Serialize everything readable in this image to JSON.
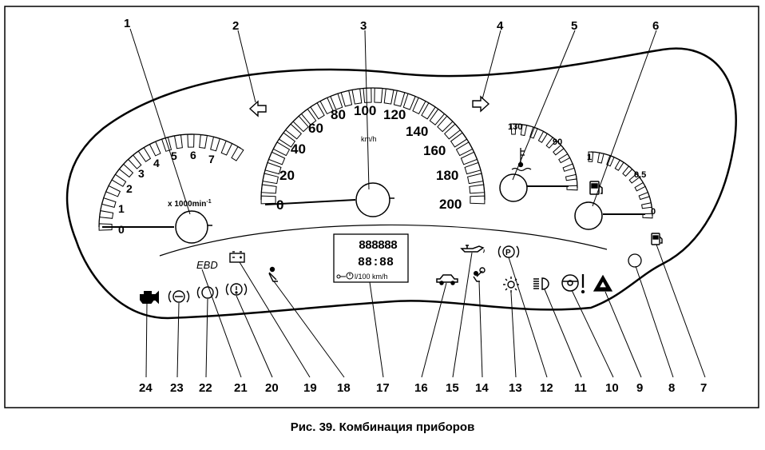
{
  "figure": {
    "caption": "Рис. 39. Комбинация приборов",
    "callout_numbers": [
      "1",
      "2",
      "3",
      "4",
      "5",
      "6",
      "7",
      "8",
      "9",
      "10",
      "11",
      "12",
      "13",
      "14",
      "15",
      "16",
      "17",
      "18",
      "19",
      "20",
      "21",
      "22",
      "23",
      "24"
    ]
  },
  "tachometer": {
    "scale": [
      "0",
      "1",
      "2",
      "3",
      "4",
      "5",
      "6",
      "7"
    ],
    "unit": "x 1000min",
    "unit_exponent": "-1"
  },
  "speedometer": {
    "scale": [
      "0",
      "20",
      "40",
      "60",
      "80",
      "100",
      "120",
      "140",
      "160",
      "180",
      "200"
    ],
    "unit": "km/h"
  },
  "temperature_gauge": {
    "scale": [
      "130",
      "90"
    ]
  },
  "fuel_gauge": {
    "scale": [
      "1",
      "0,5",
      "0"
    ]
  },
  "lcd_display": {
    "odometer": "888888",
    "clock": "88:88",
    "trip": "l/100 km/h"
  },
  "ebd_label": "EBD"
}
